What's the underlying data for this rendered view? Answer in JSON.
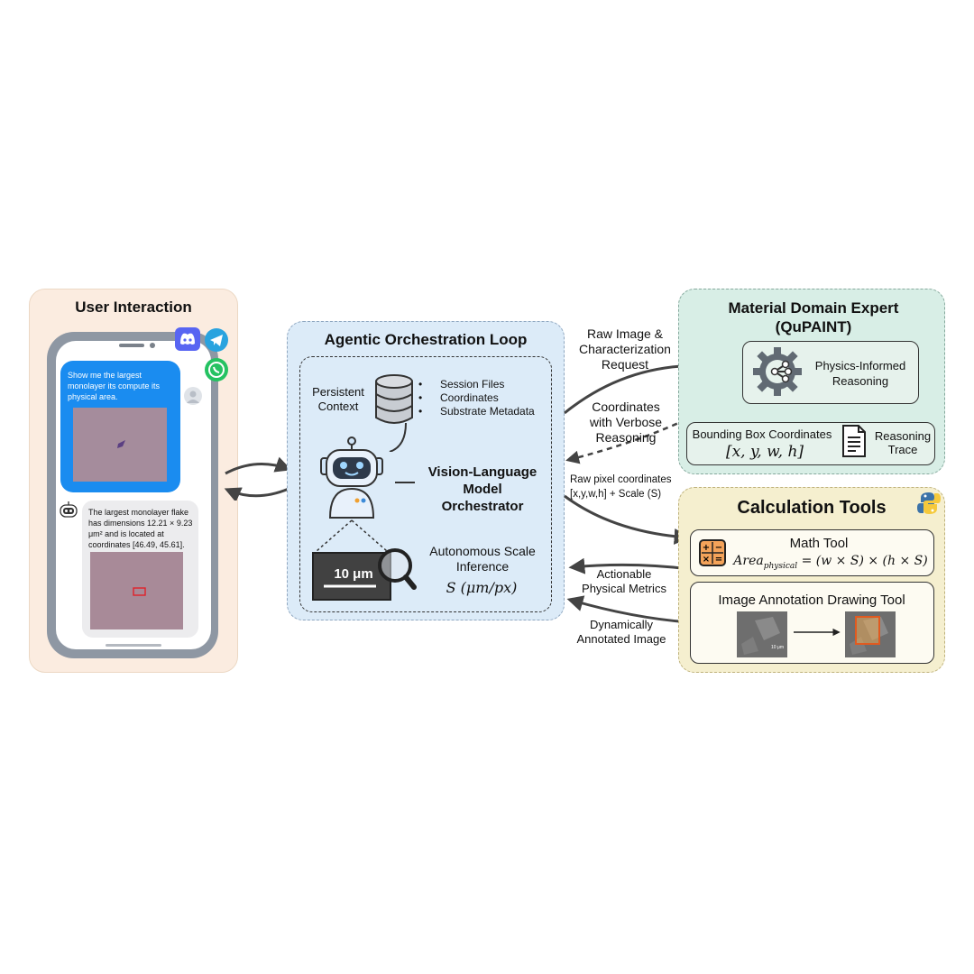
{
  "user_panel": {
    "title": "User Interaction",
    "user_message": "Show me the largest monolayer its compute its physical area.",
    "bot_message": "The largest monolayer flake has dimensions 12.21 × 9.23 μm² and is located at coordinates [46.49, 45.61].",
    "app_icons": [
      "discord-icon",
      "telegram-icon",
      "whatsapp-icon"
    ]
  },
  "orchestration": {
    "title": "Agentic Orchestration Loop",
    "persistent_context": "Persistent Context",
    "context_items": [
      "Session Files",
      "Coordinates",
      "Substrate Metadata"
    ],
    "vlm_label": "Vision-Language Model Orchestrator",
    "scale_label": "Autonomous Scale Inference",
    "scale_formula": "S (μm/px)",
    "scale_bar_text": "10 μm"
  },
  "arrows": {
    "raw_image_request": "Raw Image & Characterization Request",
    "coords_verbose": "Coordinates with Verbose Reasoning",
    "raw_pixel": "Raw pixel coordinates [x,y,w,h] + Scale (S)",
    "actionable_metrics": "Actionable Physical Metrics",
    "annotated_image": "Dynamically Annotated Image"
  },
  "qupaint": {
    "title": "Material Domain Expert (QuPAINT)",
    "reasoning_label": "Physics-Informed Reasoning",
    "bbox_label": "Bounding Box Coordinates",
    "bbox_formula": "[x, y, w, h]",
    "trace_label": "Reasoning Trace"
  },
  "calc_tools": {
    "title": "Calculation Tools",
    "math_tool_label": "Math Tool",
    "math_formula_lhs": "Area",
    "math_formula_sub": "physical",
    "math_formula_rhs": "= (w × S) × (h × S)",
    "drawing_tool_label": "Image Annotation Drawing Tool",
    "scale_caption": "10 μm"
  },
  "colors": {
    "user_panel": "#fbece0",
    "orchestration_panel": "#dcebf8",
    "qupaint_panel": "#d8eee6",
    "calc_panel": "#f5efcf",
    "chat_blue": "#1a8cf0"
  }
}
